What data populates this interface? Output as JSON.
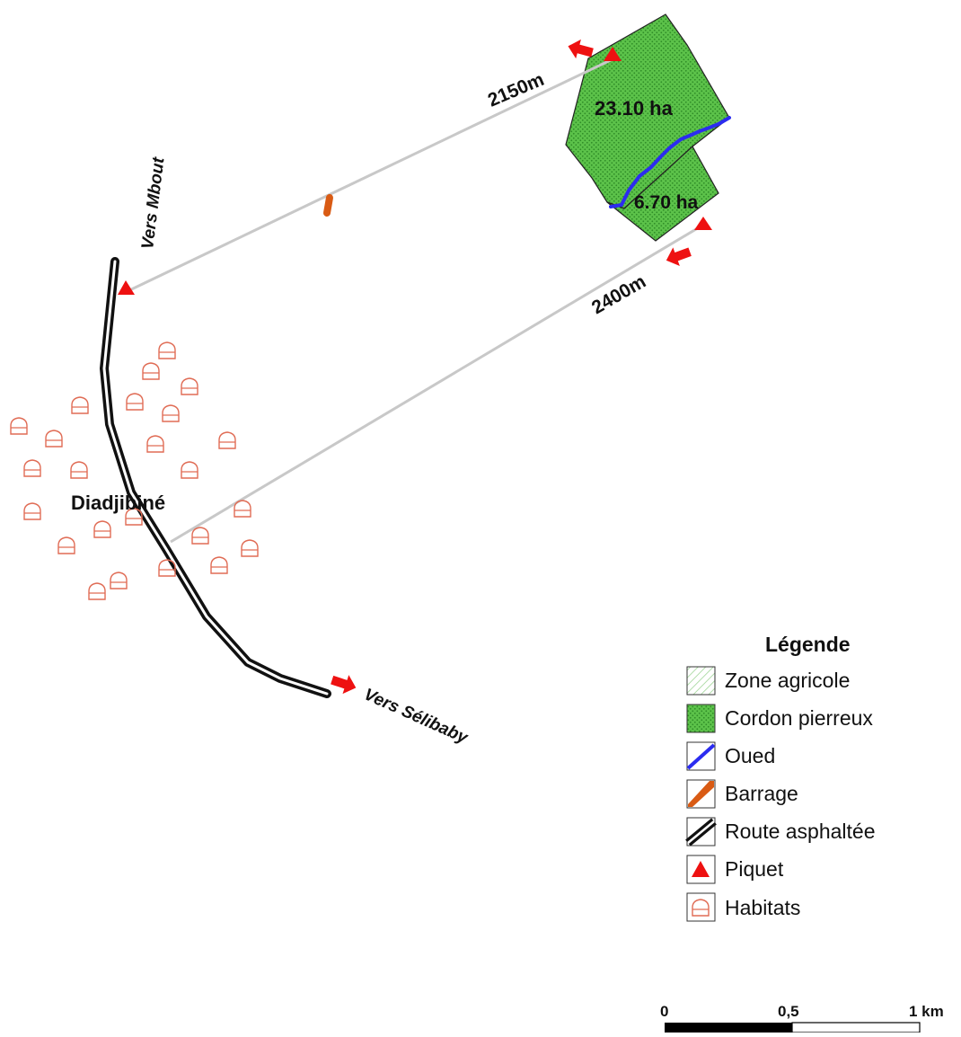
{
  "map": {
    "place_name": "Diadjibiné",
    "road_north_label": "Vers Mbout",
    "road_south_label": "Vers Sélibaby",
    "parcel_large_area": "23.10 ha",
    "parcel_small_area": "6.70 ha",
    "distance_north": "2150m",
    "distance_south": "2400m"
  },
  "legend": {
    "title": "Légende",
    "items": [
      {
        "label": "Zone agricole",
        "icon": "hatched-square-icon"
      },
      {
        "label": "Cordon pierreux",
        "icon": "green-dotted-square-icon"
      },
      {
        "label": "Oued",
        "icon": "blue-line-icon"
      },
      {
        "label": "Barrage",
        "icon": "orange-line-icon"
      },
      {
        "label": "Route asphaltée",
        "icon": "double-black-line-icon"
      },
      {
        "label": "Piquet",
        "icon": "red-triangle-icon"
      },
      {
        "label": "Habitats",
        "icon": "house-outline-icon"
      }
    ]
  },
  "scale_bar": {
    "label_start": "0",
    "label_mid": "0,5",
    "label_end": "1 km"
  },
  "colors": {
    "cordon_green": "#5cc24a",
    "oued_blue": "#2b2cf0",
    "barrage_orange": "#d95b14",
    "piquet_red": "#ee1111",
    "habitat_salmon": "#e06c55",
    "route_black": "#111111",
    "distance_line_gray": "#c8c8c8"
  }
}
